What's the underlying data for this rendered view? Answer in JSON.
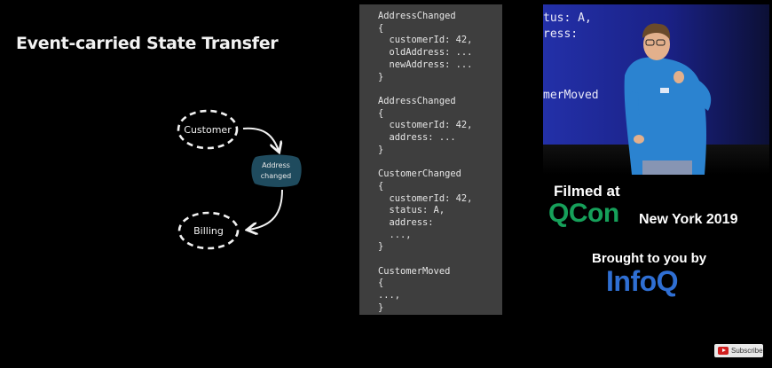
{
  "slide": {
    "title": "Event-carried State Transfer",
    "diagram": {
      "source_node": "Customer",
      "event_node": [
        "Address",
        "changed"
      ],
      "target_node": "Billing"
    }
  },
  "code": {
    "text": "AddressChanged\n{\n  customerId: 42,\n  oldAddress: ...\n  newAddress: ...\n}\n\nAddressChanged\n{\n  customerId: 42,\n  address: ...\n}\n\nCustomerChanged\n{\n  customerId: 42,\n  status: A,\n  address:\n  ...,\n}\n\nCustomerMoved\n{\n...,\n}"
  },
  "video": {
    "background_text": [
      "tus: A,",
      "ress:",
      "",
      "merMoved"
    ]
  },
  "branding": {
    "filmed_at": "Filmed at",
    "conference": "QCon",
    "location": "New York 2019",
    "brought_by": "Brought to you by",
    "sponsor": "InfoQ"
  },
  "subscribe": {
    "label": "Subscribe",
    "icon": "youtube-icon"
  },
  "colors": {
    "background": "#000000",
    "code_panel": "#3e3e3e",
    "qcon_green": "#16a05a",
    "infoq_blue": "#2f6fd3",
    "event_node": "#1f4b5e"
  }
}
